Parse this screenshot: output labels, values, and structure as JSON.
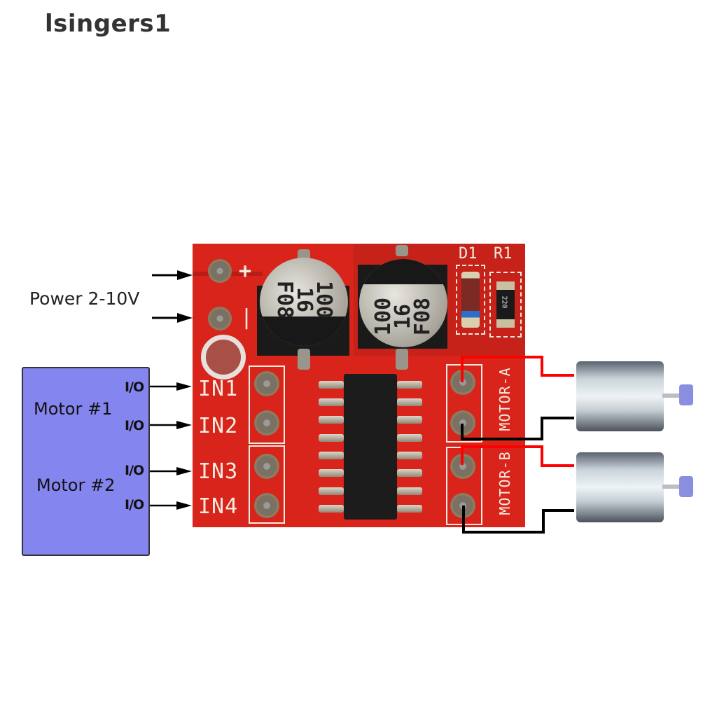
{
  "watermark": "lsingers1",
  "power": {
    "label": "Power 2-10V",
    "terminals": [
      "+",
      "|"
    ]
  },
  "controller": {
    "motor1_label": "Motor #1",
    "motor2_label": "Motor #2",
    "io_labels": [
      "I/O",
      "I/O",
      "I/O",
      "I/O"
    ]
  },
  "board": {
    "inputs": [
      "IN1",
      "IN2",
      "IN3",
      "IN4"
    ],
    "capacitors": [
      {
        "lines": [
          "100",
          "16",
          "F08"
        ]
      },
      {
        "lines": [
          "100",
          "16",
          "F08"
        ]
      }
    ],
    "diode_label": "D1",
    "resistor_label": "R1",
    "resistor_code": "220",
    "motor_outputs": [
      "MOTOR-A",
      "MOTOR-B"
    ]
  },
  "colors": {
    "pcb": "#d8241b",
    "controller_box": "#8585f0",
    "positive_wire": "#ff0000",
    "negative_wire": "#000000"
  }
}
